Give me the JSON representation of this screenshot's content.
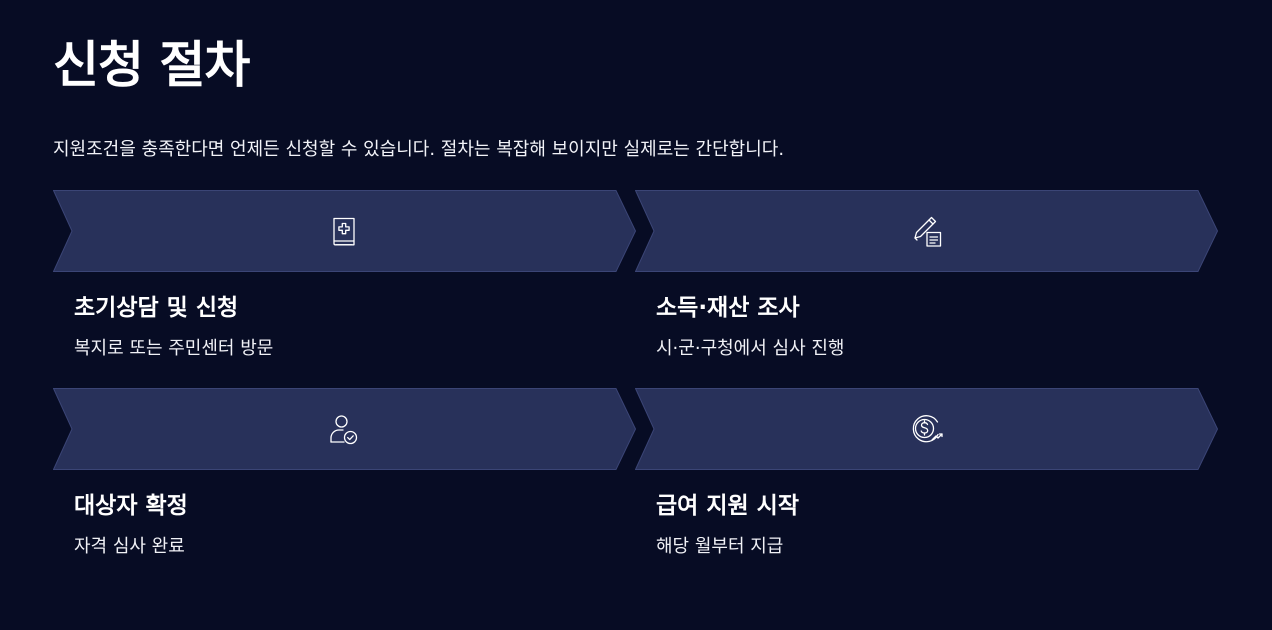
{
  "page": {
    "title": "신청 절차",
    "intro": "지원조건을 충족한다면 언제든 신청할 수 있습니다. 절차는 복잡해 보이지만 실제로는 간단합니다."
  },
  "colors": {
    "background": "#070c24",
    "chevron_fill": "#28315a",
    "chevron_border": "#3b4576",
    "text": "#ffffff"
  },
  "steps": [
    {
      "title": "초기상담 및 신청",
      "description": "복지로 또는 주민센터 방문",
      "icon": "medical-book-icon"
    },
    {
      "title": "소득·재산 조사",
      "description": "시·군·구청에서 심사 진행",
      "icon": "pencil-document-icon"
    },
    {
      "title": "대상자 확정",
      "description": "자격 심사 완료",
      "icon": "user-check-icon"
    },
    {
      "title": "급여 지원 시작",
      "description": "해당 월부터 지급",
      "icon": "dollar-coin-icon"
    }
  ]
}
